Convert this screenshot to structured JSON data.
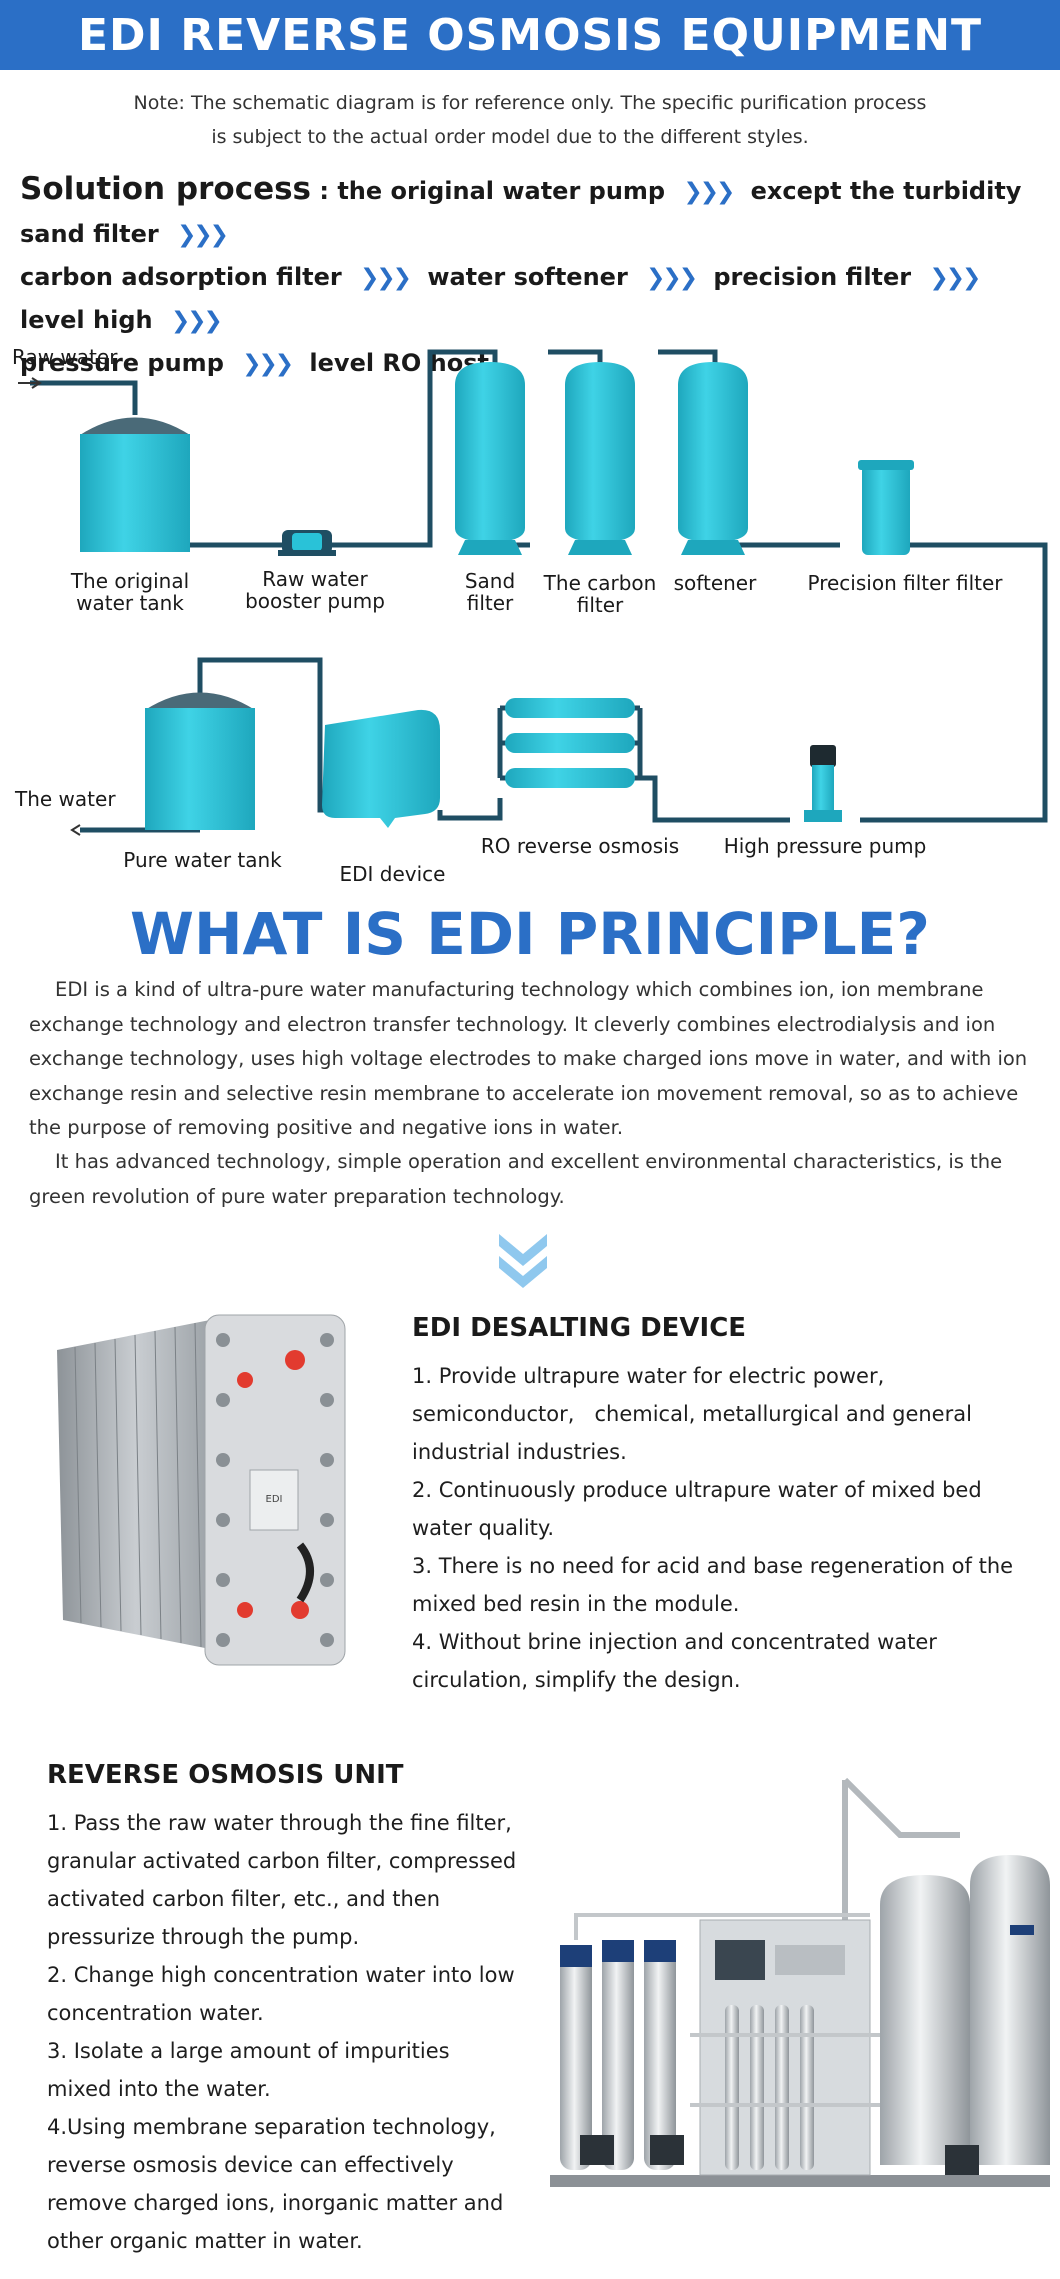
{
  "banner": {
    "title": "EDI REVERSE OSMOSIS EQUIPMENT"
  },
  "note": {
    "line1": "Note: The schematic diagram is for reference only. The specific purification process",
    "line2": "is subject to the actual order model due to the different styles."
  },
  "process": {
    "lead": "Solution process",
    "steps": [
      ": the original water pump",
      "except the turbidity sand filter",
      "carbon adsorption filter",
      "water softener",
      "precision filter",
      "level high",
      "pressure pump",
      "level RO host"
    ],
    "arrow": "❯❯❯"
  },
  "diagram": {
    "raw_water": "Raw water",
    "original_tank": [
      "The original",
      "water tank"
    ],
    "booster_pump": [
      "Raw water",
      "booster pump"
    ],
    "sand_filter": [
      "Sand",
      "filter"
    ],
    "carbon_filter": [
      "The carbon",
      "filter"
    ],
    "softener": "softener",
    "precision_filter": "Precision filter filter",
    "the_water": "The water",
    "pure_tank": "Pure water tank",
    "edi_device": "EDI device",
    "ro": "RO reverse osmosis",
    "hp_pump": "High pressure pump",
    "colors": {
      "vessel": "#29c2d8",
      "vessel_dark": "#1ea7bd",
      "pipe": "#1f4e63"
    }
  },
  "edi_principle": {
    "title": "WHAT IS EDI PRINCIPLE?",
    "p1": "EDI is a kind of ultra-pure water manufacturing technology which combines ion, ion membrane exchange technology and electron transfer technology. It cleverly combines electrodialysis and ion exchange technology, uses high voltage electrodes to make charged ions move in water, and with ion exchange resin and selective resin membrane to accelerate ion movement removal, so as to achieve the purpose of removing positive and negative ions in water.",
    "p2": "It has advanced technology, simple operation and excellent environmental characteristics, is the green revolution of pure water preparation technology."
  },
  "edi_device": {
    "title": "EDI DESALTING DEVICE",
    "items": [
      "1. Provide ultrapure water for electric power, semiconductor,   chemical, metallurgical and general industrial industries.",
      "2. Continuously produce ultrapure water of mixed bed water quality.",
      "3. There is no need for acid and base regeneration of the mixed bed resin in the module.",
      "4. Without brine injection and concentrated water circulation, simplify the design."
    ],
    "module_label": "EDI"
  },
  "ro_unit": {
    "title": "REVERSE OSMOSIS UNIT",
    "items": [
      "1. Pass the raw water through the fine filter, granular activated carbon filter, compressed activated carbon filter, etc., and then pressurize through the pump.",
      "2. Change high concentration water into low concentration water.",
      "3. Isolate a large amount of impurities mixed into the water.",
      "4.Using membrane separation technology, reverse osmosis device can effectively remove charged ions, inorganic matter and other organic matter in water."
    ]
  },
  "accent": "#2b6fc6"
}
